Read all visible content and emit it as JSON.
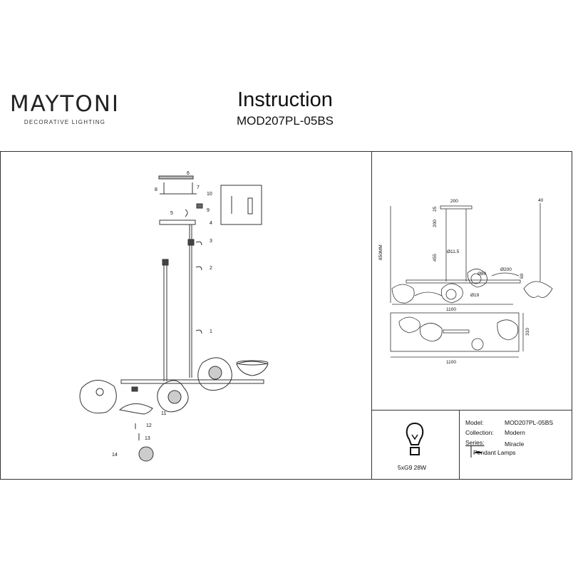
{
  "header": {
    "brand": "MAYTONI",
    "brand_sub": "DECORATIVE LIGHTING",
    "title": "Instruction",
    "model_code": "MOD207PL-05BS"
  },
  "assembly_callouts": [
    "1",
    "2",
    "3",
    "4",
    "5",
    "6",
    "7",
    "8",
    "9",
    "10",
    "11",
    "12",
    "13",
    "14"
  ],
  "dimensions": {
    "top_width": "200",
    "height_850": "850MM",
    "dim_25": "25",
    "dim_200": "200",
    "dim_455": "455",
    "dim_11_5": "Ø11.5",
    "dim_80": "Ø80",
    "dim_19": "Ø19",
    "dim_200b": "Ø200",
    "dim_60": "60",
    "dim_40": "40",
    "dim_1100_front": "1100",
    "dim_1100_top": "1100",
    "dim_310": "310"
  },
  "bulb": {
    "label": "5xG9 28W"
  },
  "info": {
    "model_label": "Model:",
    "model_value": "MOD207PL-05BS",
    "collection_label": "Collection:",
    "collection_value": "Modern",
    "series_label": "Series:",
    "series_value": "Miracle",
    "type_value": "Pendant Lamps"
  },
  "colors": {
    "line": "#333333",
    "background": "#ffffff"
  }
}
